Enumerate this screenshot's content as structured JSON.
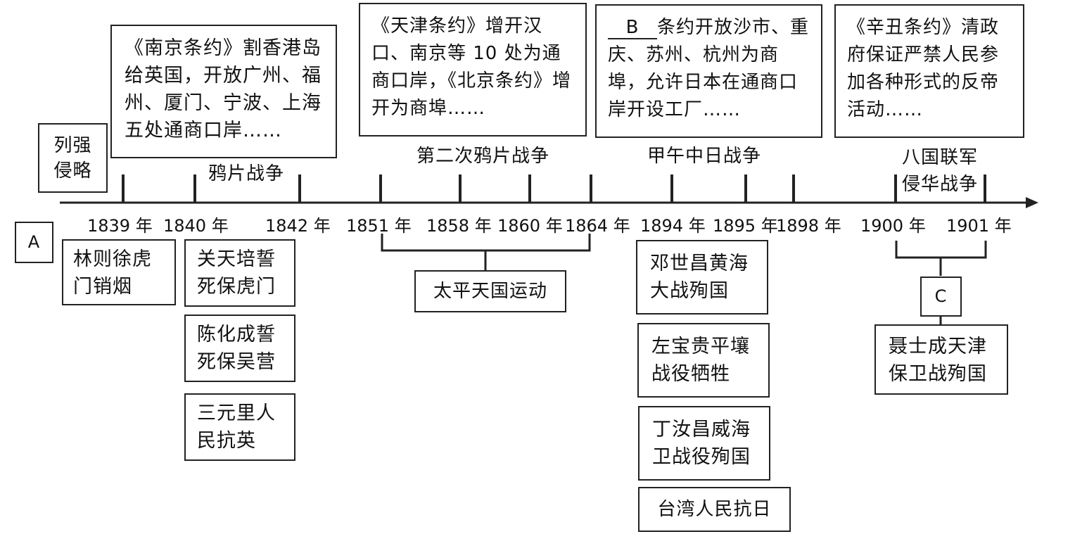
{
  "top_boxes": {
    "label_invasion": "列强\n侵略",
    "nanjing": "《南京条约》割香港岛给英国，开放广州、福州、厦门、宁波、上海五处通商口岸……",
    "tianjin_beijing": "《天津条约》增开汉口、南京等 10 处为通商口岸，《北京条约》增开为商埠……",
    "treaty_b_blank": "B",
    "treaty_b_text": "条约开放沙市、重庆、苏州、杭州为商埠，允许日本在通商口岸开设工厂……",
    "xinchou": "《辛丑条约》清政府保证严禁人民参加各种形式的反帝活动……"
  },
  "wars": {
    "opium_war": "鸦片战争",
    "second_opium_war": "第二次鸦片战争",
    "sino_japanese_war": "甲午中日战争",
    "eight_nation": "八国联军\n侵华战争"
  },
  "years": [
    "1839 年",
    "1840 年",
    "1842 年",
    "1851 年",
    "1858 年",
    "1860 年",
    "1864 年",
    "1894 年",
    "1895 年",
    "1898 年",
    "1900 年",
    "1901 年"
  ],
  "bottom": {
    "label_a": "A",
    "lin_zexu": "林则徐虎门销烟",
    "guan_tianpei": "关天培誓死保虎门",
    "chen_huacheng": "陈化成誓死保吴营",
    "sanyuanli": "三元里人民抗英",
    "taiping": "太平天国运动",
    "deng_shichang": "邓世昌黄海大战殉国",
    "zuo_baogui": "左宝贵平壤战役牺牲",
    "ding_ruchang": "丁汝昌威海卫战役殉国",
    "taiwan": "台湾人民抗日",
    "label_c": "C",
    "nie_shicheng": "聂士成天津保卫战殉国"
  },
  "colors": {
    "line": "#222222",
    "background": "#ffffff"
  }
}
